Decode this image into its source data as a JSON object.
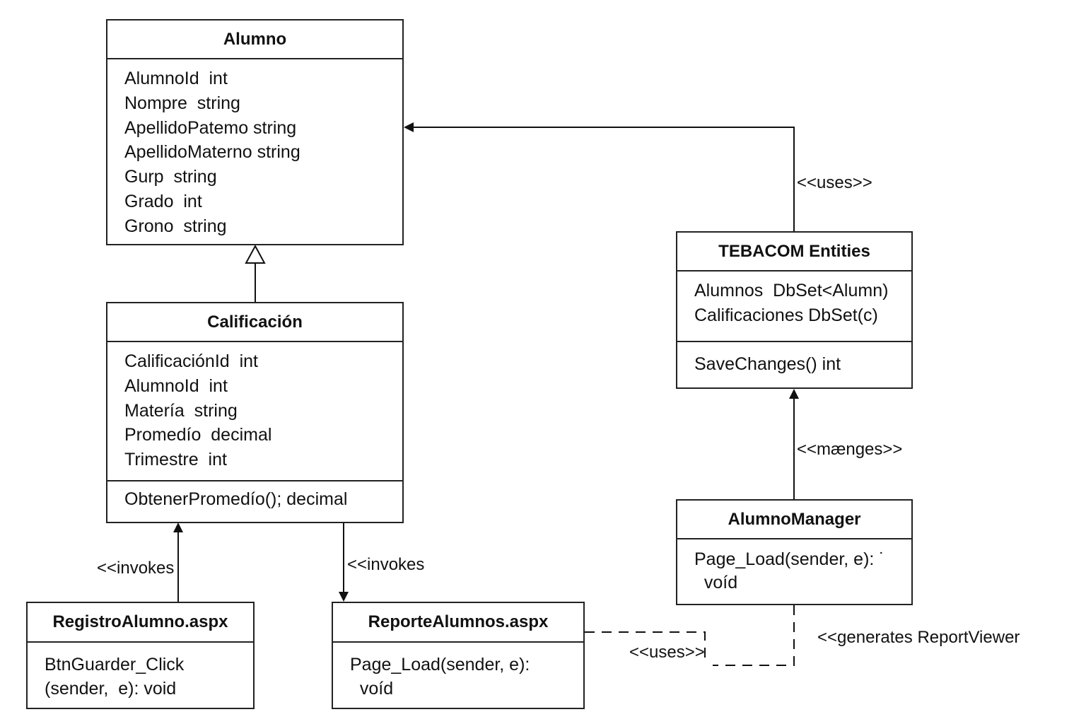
{
  "classes": {
    "alumno": {
      "name": "Alumno",
      "attributes": [
        "AlumnoId  int",
        "Nompre  string",
        "ApellidoPatemo string",
        "ApellidoMaterno string",
        "Gurp  string",
        "Grado  int",
        "Grono  string"
      ]
    },
    "calificacion": {
      "name": "Calificación",
      "attributes": [
        "CalificaciónId  int",
        "AlumnoId  int",
        "Matería  string",
        "Promedío  decimal",
        "Trimestre  int"
      ],
      "operations": [
        "ObtenerPromedío(); decimal"
      ]
    },
    "tebacom": {
      "name": "TEBACOM Entities",
      "attributes": [
        "Alumnos  DbSet<Alumn)",
        "Calificaciones DbSet(c)"
      ],
      "operations": [
        "SaveChanges() int"
      ]
    },
    "alumno_manager": {
      "name": "AlumnoManager",
      "operations": [
        "Page_Load(sender, e): ˙",
        "  voíd"
      ]
    },
    "registro_alumno": {
      "name": "RegistroAlumno.aspx",
      "operations": [
        "BtnGuarder_Click",
        "(sender,  e): void"
      ]
    },
    "reporte_alumnos": {
      "name": "ReporteAlumnos.aspx",
      "operations": [
        "Page_Load(sender, e):",
        "  voíd"
      ]
    }
  },
  "relations": {
    "uses_top": "<<uses>>",
    "manges": "<<mænges>>",
    "invokes_left": "<<invokes",
    "invokes_right": "<<invokes",
    "uses_bottom": "<<uses>>",
    "generates": "<<generates ReportViewer"
  }
}
